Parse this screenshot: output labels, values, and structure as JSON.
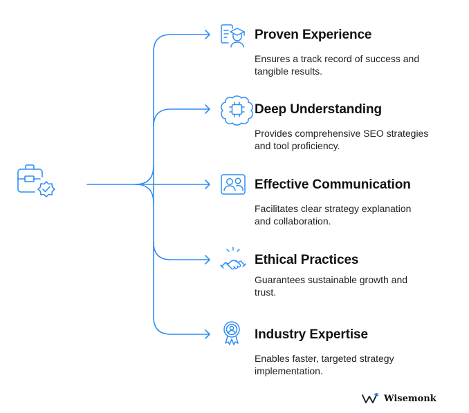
{
  "colors": {
    "accent": "#2f8df5",
    "text": "#111111",
    "brand_dark": "#1b2a3a"
  },
  "root_icon": "briefcase-with-check-badge-icon",
  "items": [
    {
      "title": "Proven Experience",
      "desc_line1": "Ensures a track record of success and",
      "desc_line2": "tangible results.",
      "icon": "certificate-graduate-icon"
    },
    {
      "title": "Deep Understanding",
      "desc_line1": "Provides comprehensive SEO strategies",
      "desc_line2": "and tool proficiency.",
      "icon": "brain-chip-icon"
    },
    {
      "title": "Effective Communication",
      "desc_line1": "Facilitates clear strategy explanation",
      "desc_line2": "and collaboration.",
      "icon": "two-people-icon"
    },
    {
      "title": "Ethical Practices",
      "desc_line1": "Guarantees sustainable growth and",
      "desc_line2": "trust.",
      "icon": "handshake-icon"
    },
    {
      "title": "Industry Expertise",
      "desc_line1": "Enables faster, targeted strategy",
      "desc_line2": "implementation.",
      "icon": "expert-award-icon"
    }
  ],
  "brand": {
    "name": "Wisemonk",
    "icon": "wisemonk-logo-icon"
  }
}
